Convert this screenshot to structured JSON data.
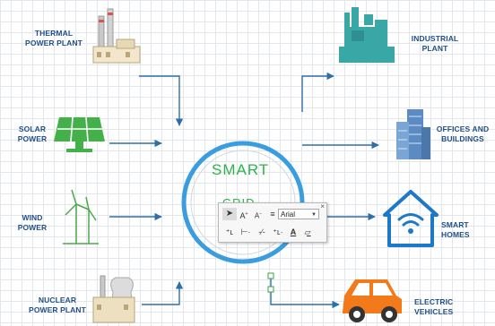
{
  "sources": [
    {
      "id": "thermal",
      "lines": [
        "THERMAL",
        "POWER PLANT"
      ],
      "icon": "thermal-plant-icon"
    },
    {
      "id": "solar",
      "lines": [
        "SOLAR",
        "POWER"
      ],
      "icon": "solar-panel-icon"
    },
    {
      "id": "wind",
      "lines": [
        "WIND",
        "POWER"
      ],
      "icon": "wind-turbine-icon"
    },
    {
      "id": "nuclear",
      "lines": [
        "NUCLEAR",
        "POWER PLANT"
      ],
      "icon": "nuclear-plant-icon"
    }
  ],
  "consumers": [
    {
      "id": "industrial",
      "lines": [
        "INDUSTRIAL",
        "PLANT"
      ],
      "icon": "industrial-plant-icon"
    },
    {
      "id": "offices",
      "lines": [
        "OFFICES AND",
        "BUILDINGS"
      ],
      "icon": "office-buildings-icon"
    },
    {
      "id": "homes",
      "lines": [
        "SMART HOMES"
      ],
      "icon": "smart-home-icon"
    },
    {
      "id": "ev",
      "lines": [
        "ELECTRIC VEHICLES"
      ],
      "icon": "electric-car-icon"
    }
  ],
  "center": {
    "title": "SMART",
    "subtitle": "GRID"
  },
  "toolbar": {
    "grow_font": "A",
    "shrink_font": "A",
    "font_name": "Arial",
    "font_color": "A"
  },
  "colors": {
    "label": "#1f4f8a",
    "arrow": "#2f6fa8",
    "ring": "#3a9de0",
    "green": "#2db34a",
    "teal": "#3aa7a7",
    "orange": "#f27a1a"
  }
}
